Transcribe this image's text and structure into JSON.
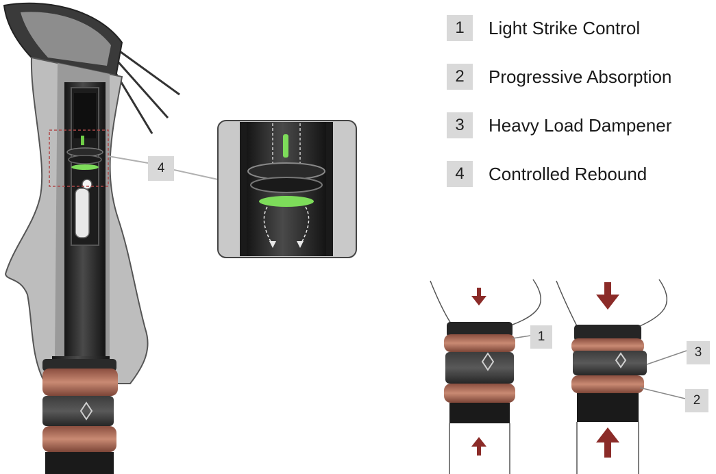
{
  "legend": [
    {
      "num": "1",
      "label": "Light Strike Control"
    },
    {
      "num": "2",
      "label": "Progressive Absorption"
    },
    {
      "num": "3",
      "label": "Heavy Load Dampener"
    },
    {
      "num": "4",
      "label": "Controlled Rebound"
    }
  ],
  "callouts": {
    "detail": "4",
    "light": "1",
    "heavy_top": "3",
    "heavy_bottom": "2"
  },
  "colors": {
    "grip": "#b9b9b9",
    "shaft": "#2b2b2b",
    "copper": "#b26f5b",
    "accent_green": "#7ddc5a",
    "arrow": "#8b2b28"
  }
}
